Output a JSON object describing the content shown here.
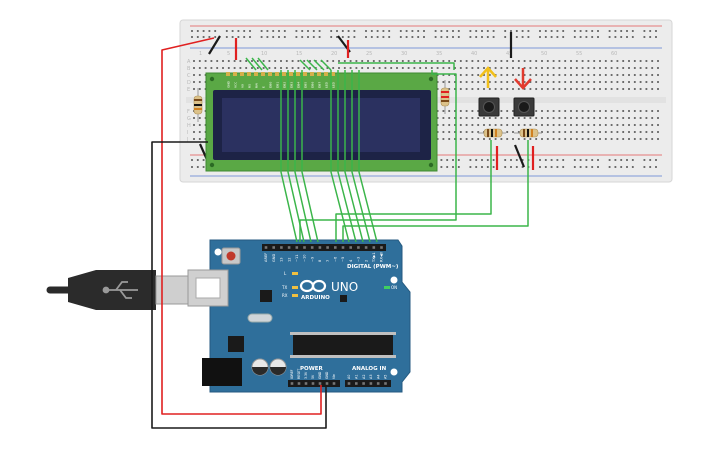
{
  "arduino": {
    "brand": "ARDUINO",
    "model": "UNO",
    "digital_label": "DIGITAL (PWM~)",
    "power_label": "POWER",
    "analog_label": "ANALOG IN",
    "on_label": "ON",
    "led_labels": [
      "L",
      "TX",
      "RX"
    ],
    "digital_pins": [
      "AREF",
      "GND",
      "13",
      "12",
      "~11",
      "~10",
      "~9",
      "8",
      "7",
      "~6",
      "~5",
      "4",
      "~3",
      "2",
      "TX▶1",
      "RX◀0"
    ],
    "power_pins": [
      "IOREF",
      "RESET",
      "3.3V",
      "5V",
      "GND",
      "GND",
      "Vin"
    ],
    "analog_pins": [
      "A0",
      "A1",
      "A2",
      "A3",
      "A4",
      "A5"
    ]
  },
  "lcd": {
    "pin_labels": [
      "GND",
      "VCC",
      "V0",
      "RS",
      "RW",
      "E",
      "DB0",
      "DB1",
      "DB2",
      "DB3",
      "DB4",
      "DB5",
      "DB6",
      "DB7",
      "LED",
      "LED"
    ]
  },
  "breadboard": {
    "column_numbers": [
      "1",
      "5",
      "10",
      "15",
      "20",
      "25",
      "30",
      "35",
      "40",
      "45",
      "50",
      "55",
      "60"
    ],
    "row_letters_top": [
      "A",
      "B",
      "C",
      "D",
      "E"
    ],
    "row_letters_bottom": [
      "F",
      "G",
      "H",
      "I",
      "J"
    ]
  },
  "colors": {
    "breadboard": "#ececec",
    "arduino_board": "#2f6f9b",
    "lcd_pcb": "#5aa845",
    "lcd_screen": "#2b3160",
    "wire_green": "#3bb54a",
    "wire_red": "#e02020",
    "wire_black": "#1a1a1a",
    "arrow_up": "#f2c01b",
    "arrow_down": "#e23a2e"
  }
}
